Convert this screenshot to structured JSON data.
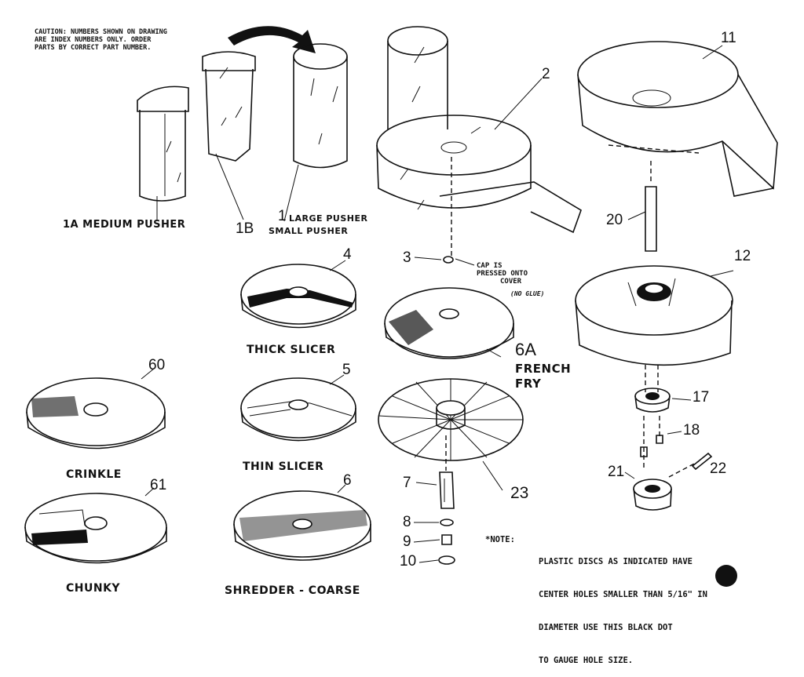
{
  "caution": [
    "CAUTION:  NUMBERS SHOWN ON DRAWING",
    "ARE INDEX NUMBERS ONLY.  ORDER",
    "PARTS BY CORRECT PART NUMBER."
  ],
  "labels": {
    "p1a": "1A MEDIUM PUSHER",
    "p1b_num": "1B",
    "p1b_text": "SMALL PUSHER",
    "p1_num": "1",
    "p1_text": "LARGE PUSHER",
    "thick": "THICK SLICER",
    "thin": "THIN SLICER",
    "crinkle": "CRINKLE",
    "chunky": "CHUNKY",
    "shredder": "SHREDDER - COARSE",
    "french1": "FRENCH",
    "french2": "FRY",
    "cap": [
      "CAP IS",
      "PRESSED ONTO",
      "COVER"
    ],
    "noglue": "(NO GLUE)"
  },
  "numbers": {
    "n2": "2",
    "n3": "3",
    "n4": "4",
    "n5": "5",
    "n6": "6",
    "n6a": "6A",
    "n7": "7",
    "n8": "8",
    "n9": "9",
    "n10": "10",
    "n11": "11",
    "n12": "12",
    "n17": "17",
    "n18": "18",
    "n20": "20",
    "n21": "21",
    "n22": "22",
    "n23": "23",
    "n60": "60",
    "n61": "61"
  },
  "note_label": "*NOTE:",
  "note_lines": [
    "PLASTIC DISCS AS INDICATED HAVE",
    "CENTER HOLES SMALLER THAN 5/16\" IN",
    "DIAMETER USE THIS BLACK DOT",
    "TO GAUGE HOLE SIZE."
  ]
}
